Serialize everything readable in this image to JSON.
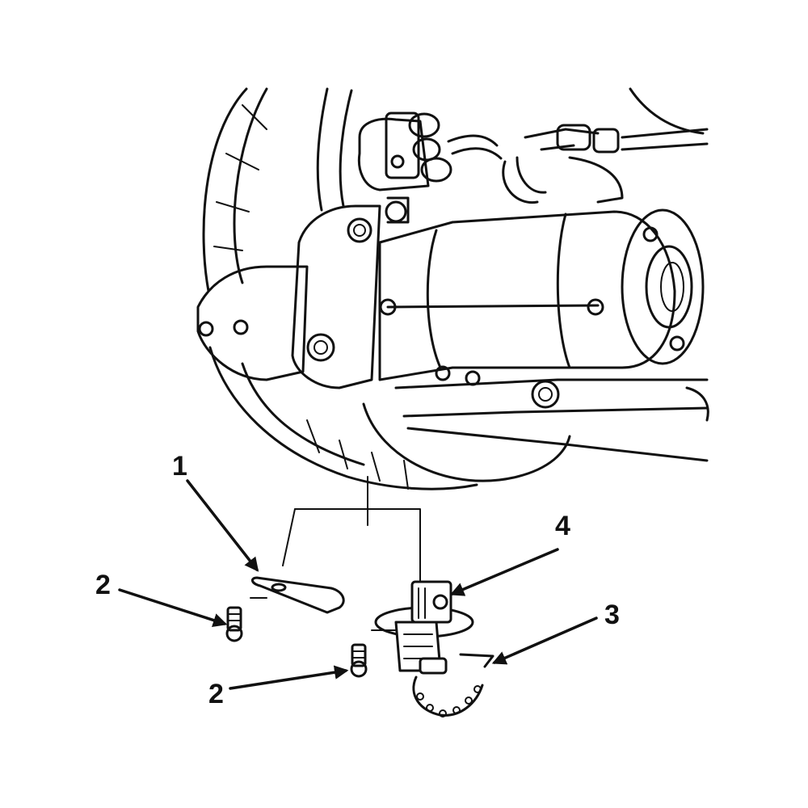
{
  "callouts": {
    "c1": "1",
    "c2_upper": "2",
    "c2_lower": "2",
    "c3": "3",
    "c4": "4"
  },
  "colors": {
    "ink": "#111111",
    "paper": "#ffffff"
  }
}
